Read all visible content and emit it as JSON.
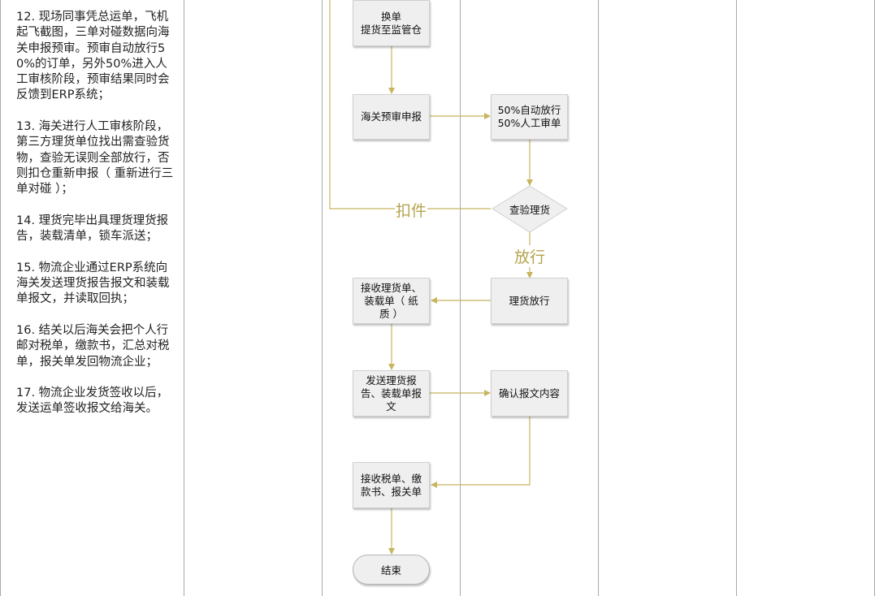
{
  "notes": [
    "12. 现场同事凭总运单，飞机起飞截图，三单对碰数据向海关申报预审。预审自动放行50%的订单，另外50%进入人工审核阶段，预审结果同时会反馈到ERP系统；",
    "13. 海关进行人工审核阶段，第三方理货单位找出需查验货物，查验无误则全部放行，否则扣仓重新申报（ 重新进行三单对碰 ）；",
    "14. 理货完毕出具理货理货报告，装载清单，锁车派送；",
    "15. 物流企业通过ERP系统向海关发送理货报告报文和装载单报文，并读取回执；",
    "16. 结关以后海关会把个人行邮对税单，缴款书，汇总对税单，报关单发回物流企业；",
    "17. 物流企业发货签收以后，发送运单签收报文给海关。"
  ],
  "nodes": {
    "swap_line1": "换单",
    "swap_line2": "提货至监管仓",
    "customs_pre": "海关预审申报",
    "release_line1": "50%自动放行",
    "release_line2": "50%人工审单",
    "inspect": "查验理货",
    "tally_release": "理货放行",
    "receive_tally_line1": "接收理货单、",
    "receive_tally_line2": "装载单（ 纸",
    "receive_tally_line3": "质 ）",
    "send_report_line1": "发送理货报",
    "send_report_line2": "告、装载单报",
    "send_report_line3": "文",
    "confirm": "确认报文内容",
    "receive_tax_line1": "接收税单、缴",
    "receive_tax_line2": "款书、报关单",
    "end": "结束"
  },
  "edges": {
    "hold": "扣件",
    "release": "放行"
  },
  "colors": {
    "arrow": "#c8b55e",
    "lane_line": "#a9a9a9",
    "box_fill": "#efefef"
  }
}
